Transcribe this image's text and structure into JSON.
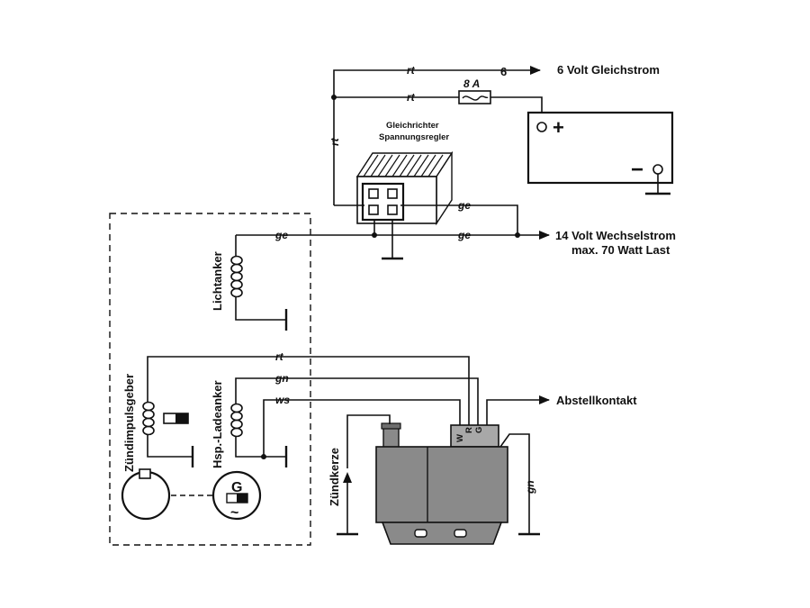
{
  "labels": {
    "dc_output": "6 Volt Gleichstrom",
    "ac_output_1": "14 Volt Wechselstrom",
    "ac_output_2": "max. 70 Watt Last",
    "kill_switch": "Abstellkontakt",
    "regulator_1": "Gleichrichter",
    "regulator_2": "Spannungsregler",
    "light_coil": "Lichtanker",
    "pulse_coil": "Zündimpulsgeber",
    "charge_coil": "Hsp.-Ladeanker",
    "spark_plug": "Zündkerze",
    "fuse": "8 A",
    "wire_number": "6",
    "generator_symbol": "G",
    "generator_wave": "~",
    "cdi_pin_w": "W",
    "cdi_pin_r": "R",
    "cdi_pin_g": "G",
    "battery_plus": "+",
    "battery_minus": "−"
  },
  "wire_colors": {
    "rt_top": "rt",
    "rt_fuse": "rt",
    "rt_vertical": "rt",
    "ge_regulator": "ge",
    "ge_left": "ge",
    "ge_right": "ge",
    "rt_cdi": "rt",
    "gn_cdi": "gn",
    "ws_cdi": "ws",
    "gn_ground": "gn"
  },
  "colors": {
    "line": "#111111",
    "module_body": "#8a8a8a",
    "module_dark": "#6e6e6e",
    "module_light": "#a8a8a8"
  }
}
